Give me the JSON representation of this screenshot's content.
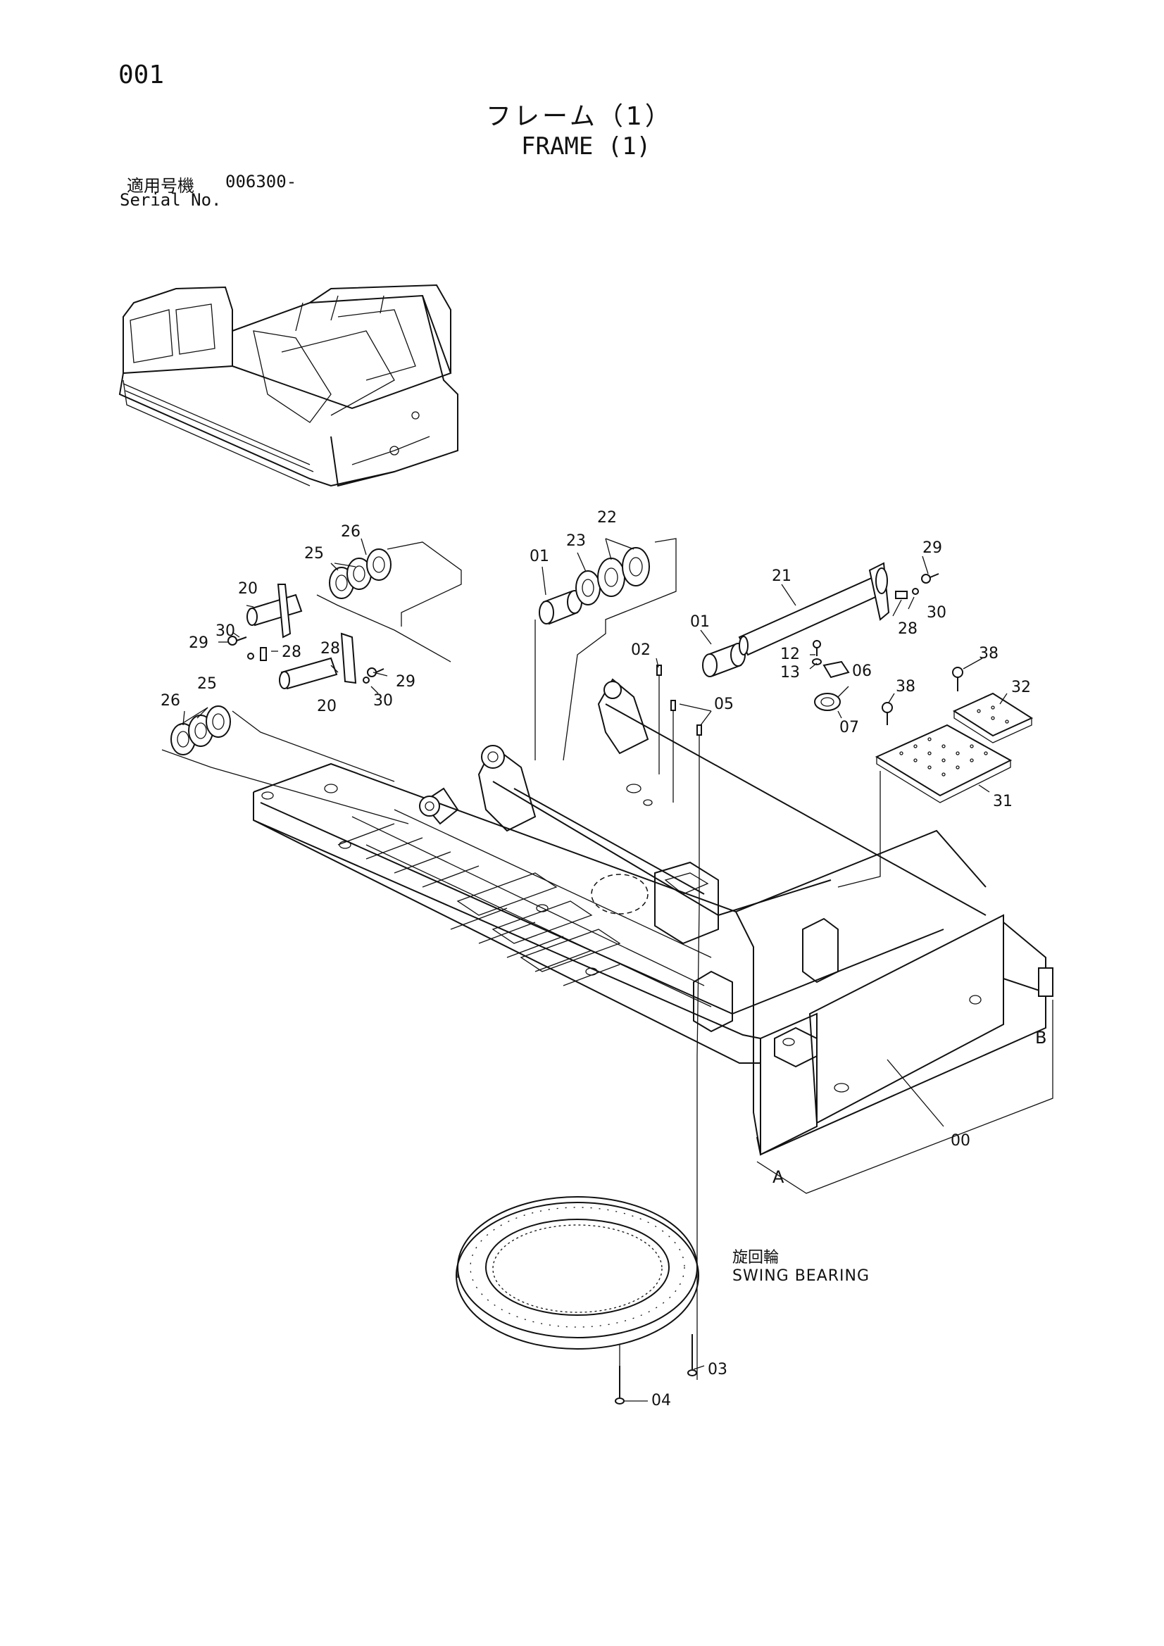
{
  "page": {
    "number": "001"
  },
  "title": {
    "japanese": "フレーム（1）",
    "english": "FRAME (1)"
  },
  "serial": {
    "japanese_label": "適用号機",
    "value": "006300-",
    "english_label": "Serial No."
  },
  "swing_bearing": {
    "japanese": "旋回輪",
    "english": "SWING BEARING"
  },
  "callouts": {
    "p00": "00",
    "p01a": "01",
    "p01b": "01",
    "p02": "02",
    "p03": "03",
    "p04": "04",
    "p05": "05",
    "p06": "06",
    "p07": "07",
    "p12": "12",
    "p13": "13",
    "p20a": "20",
    "p20b": "20",
    "p21": "21",
    "p22": "22",
    "p23": "23",
    "p25a": "25",
    "p25b": "25",
    "p26a": "26",
    "p26b": "26",
    "p28a": "28",
    "p28b": "28",
    "p28c": "28",
    "p29a": "29",
    "p29b": "29",
    "p29c": "29",
    "p30a": "30",
    "p30b": "30",
    "p30c": "30",
    "p31": "31",
    "p32": "32",
    "p38a": "38",
    "p38b": "38"
  },
  "section_marks": {
    "a": "A",
    "b": "B"
  },
  "icons": {
    "machine": "excavator-overview-icon",
    "frame": "upper-frame-illustration",
    "bearing": "swing-bearing-ring-illustration"
  }
}
